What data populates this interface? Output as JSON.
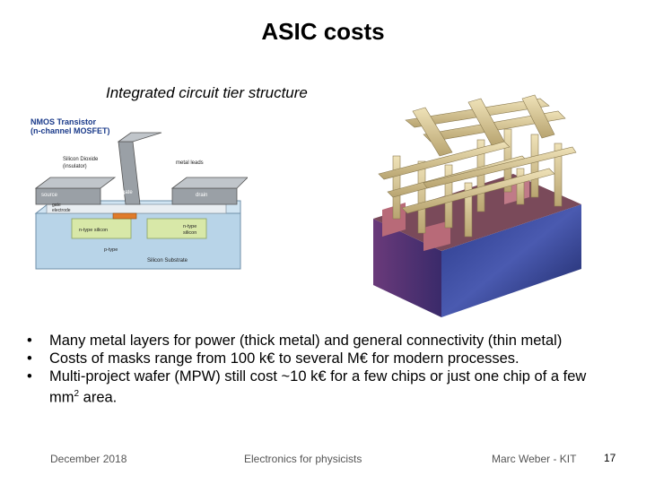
{
  "slide": {
    "title": "ASIC costs",
    "subtitle": "Integrated circuit tier structure"
  },
  "nmos_figure": {
    "heading_line1": "NMOS Transistor",
    "heading_line2": "(n-channel MOSFET)",
    "labels": {
      "oxide_line1": "Silicon Dioxide",
      "oxide_line2": "(insulator)",
      "metal_leads": "metal leads",
      "source": "source",
      "gate": "gate",
      "drain": "drain",
      "gate_electrode_line1": "gate",
      "gate_electrode_line2": "electrode",
      "ntype_left": "n-type silicon",
      "ntype_right_line1": "n-type",
      "ntype_right_line2": "silicon",
      "ptype": "p-type",
      "substrate": "Silicon Substrate"
    },
    "colors": {
      "heading": "#1a3a8a",
      "metal": "#9aa0a6",
      "substrate": "#b8d4e8",
      "ntype": "#d8e8a8",
      "gate": "#e07b2a"
    }
  },
  "bullets": [
    {
      "text": "Many metal layers for power (thick metal) and general connectivity (thin metal)"
    },
    {
      "text": "Costs of masks range from 100 k€ to several M€ for modern processes."
    },
    {
      "text_before": "Multi-project wafer (MPW) still cost  ~10 k€ for a few chips or just one chip of a few mm",
      "sup": "2",
      "text_after": " area."
    }
  ],
  "footer": {
    "date": "December 2018",
    "course": "Electronics for physicists",
    "author": "Marc Weber - KIT",
    "page": "17"
  }
}
